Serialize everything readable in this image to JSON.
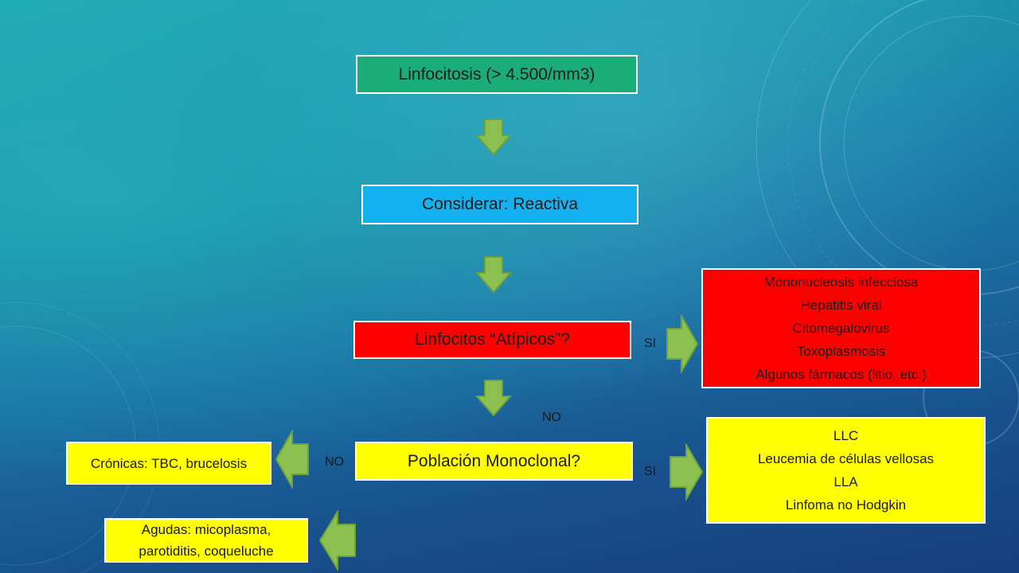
{
  "colors": {
    "green_box": "#1aad7a",
    "cyan_box": "#14b1f0",
    "red_box": "#ff0000",
    "yellow_box": "#ffff00",
    "arrow_fill": "#8cc152",
    "arrow_stroke": "#6fa238"
  },
  "nodes": {
    "linfocitosis": "Linfocitosis (> 4.500/mm3)",
    "considerar": "Considerar: Reactiva",
    "atipicos": "Linfocitos “Atípicos”?",
    "monoclonal": "Población Monoclonal?"
  },
  "red_list": [
    "Mononucleosis infecciosa",
    "Hepatitis viral",
    "Citomegalovirus",
    "Toxoplasmosis",
    "Algunos fármacos (litio, etc.)"
  ],
  "yellow_list": [
    "LLC",
    "Leucemia de células vellosas",
    "LLA",
    "Linfoma no Hodgkin"
  ],
  "cronicas": "Crónicas: TBC, brucelosis",
  "agudas": "Agudas: micoplasma, parotiditis, coqueluche",
  "labels": {
    "si_atipicos": "SI",
    "no_atipicos": "NO",
    "no_monoclonal": "NO",
    "si_monoclonal": "SI"
  },
  "icons": [
    "arrow-down-icon",
    "arrow-right-icon",
    "arrow-left-icon"
  ]
}
